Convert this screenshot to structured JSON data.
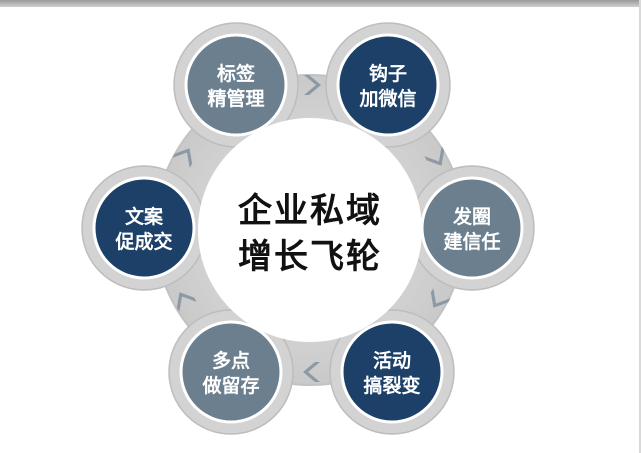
{
  "diagram": {
    "center_title": {
      "line1": "企业私域",
      "line2": "增长飞轮"
    },
    "nodes": [
      {
        "id": "tag-management",
        "line1": "标签",
        "line2": "精管理",
        "color": "#6b7f8f"
      },
      {
        "id": "hook-add-wechat",
        "line1": "钩子",
        "line2": "加微信",
        "color": "#1c4068"
      },
      {
        "id": "moments-trust",
        "line1": "发圈",
        "line2": "建信任",
        "color": "#6b7f8f"
      },
      {
        "id": "activity-fission",
        "line1": "活动",
        "line2": "搞裂变",
        "color": "#1c4068"
      },
      {
        "id": "multi-touch-retention",
        "line1": "多点",
        "line2": "做留存",
        "color": "#6b7f8f"
      },
      {
        "id": "copy-conversion",
        "line1": "文案",
        "line2": "促成交",
        "color": "#1c4068"
      }
    ],
    "colors": {
      "ring": "#d4d4d4",
      "ring_edge": "#bdbdbd",
      "arrow": "#8d99a4",
      "dark_node": "#1c4068",
      "light_node": "#6b7f8f"
    }
  }
}
